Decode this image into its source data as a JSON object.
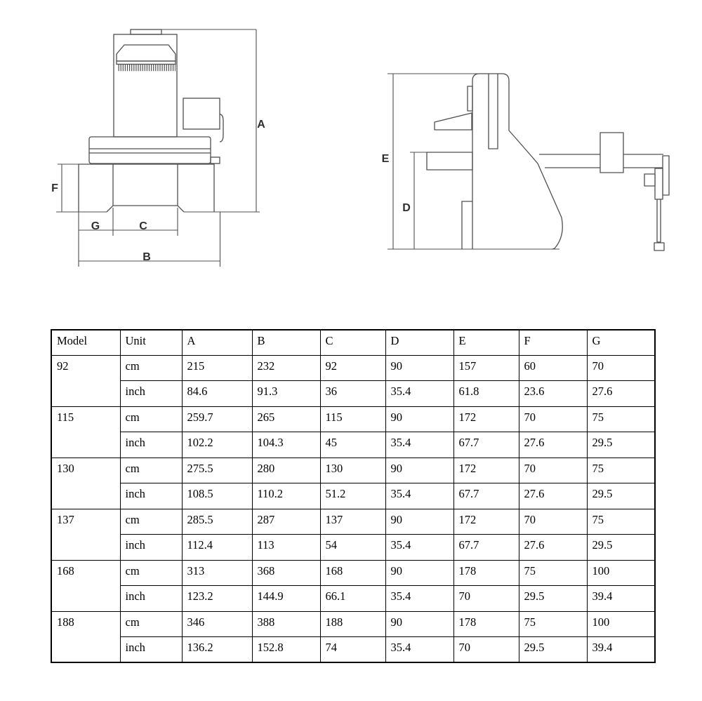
{
  "diagram": {
    "front_view": {
      "labels": {
        "A": "A",
        "B": "B",
        "C": "C",
        "F": "F",
        "G": "G"
      }
    },
    "side_view": {
      "labels": {
        "D": "D",
        "E": "E"
      }
    },
    "colors": {
      "line": "#4f4f52",
      "label": "#2e2e30"
    }
  },
  "table": {
    "headers": [
      "Model",
      "Unit",
      "A",
      "B",
      "C",
      "D",
      "E",
      "F",
      "G"
    ],
    "units": [
      "cm",
      "inch"
    ],
    "models": [
      {
        "model": "92",
        "cm": [
          "215",
          "232",
          "92",
          "90",
          "157",
          "60",
          "70"
        ],
        "inch": [
          "84.6",
          "91.3",
          "36",
          "35.4",
          "61.8",
          "23.6",
          "27.6"
        ]
      },
      {
        "model": "115",
        "cm": [
          "259.7",
          "265",
          "115",
          "90",
          "172",
          "70",
          "75"
        ],
        "inch": [
          "102.2",
          "104.3",
          "45",
          "35.4",
          "67.7",
          "27.6",
          "29.5"
        ]
      },
      {
        "model": "130",
        "cm": [
          "275.5",
          "280",
          "130",
          "90",
          "172",
          "70",
          "75"
        ],
        "inch": [
          "108.5",
          "110.2",
          "51.2",
          "35.4",
          "67.7",
          "27.6",
          "29.5"
        ]
      },
      {
        "model": "137",
        "cm": [
          "285.5",
          "287",
          "137",
          "90",
          "172",
          "70",
          "75"
        ],
        "inch": [
          "112.4",
          "113",
          "54",
          "35.4",
          "67.7",
          "27.6",
          "29.5"
        ]
      },
      {
        "model": "168",
        "cm": [
          "313",
          "368",
          "168",
          "90",
          "178",
          "75",
          "100"
        ],
        "inch": [
          "123.2",
          "144.9",
          "66.1",
          "35.4",
          "70",
          "29.5",
          "39.4"
        ]
      },
      {
        "model": "188",
        "cm": [
          "346",
          "388",
          "188",
          "90",
          "178",
          "75",
          "100"
        ],
        "inch": [
          "136.2",
          "152.8",
          "74",
          "35.4",
          "70",
          "29.5",
          "39.4"
        ]
      }
    ]
  }
}
